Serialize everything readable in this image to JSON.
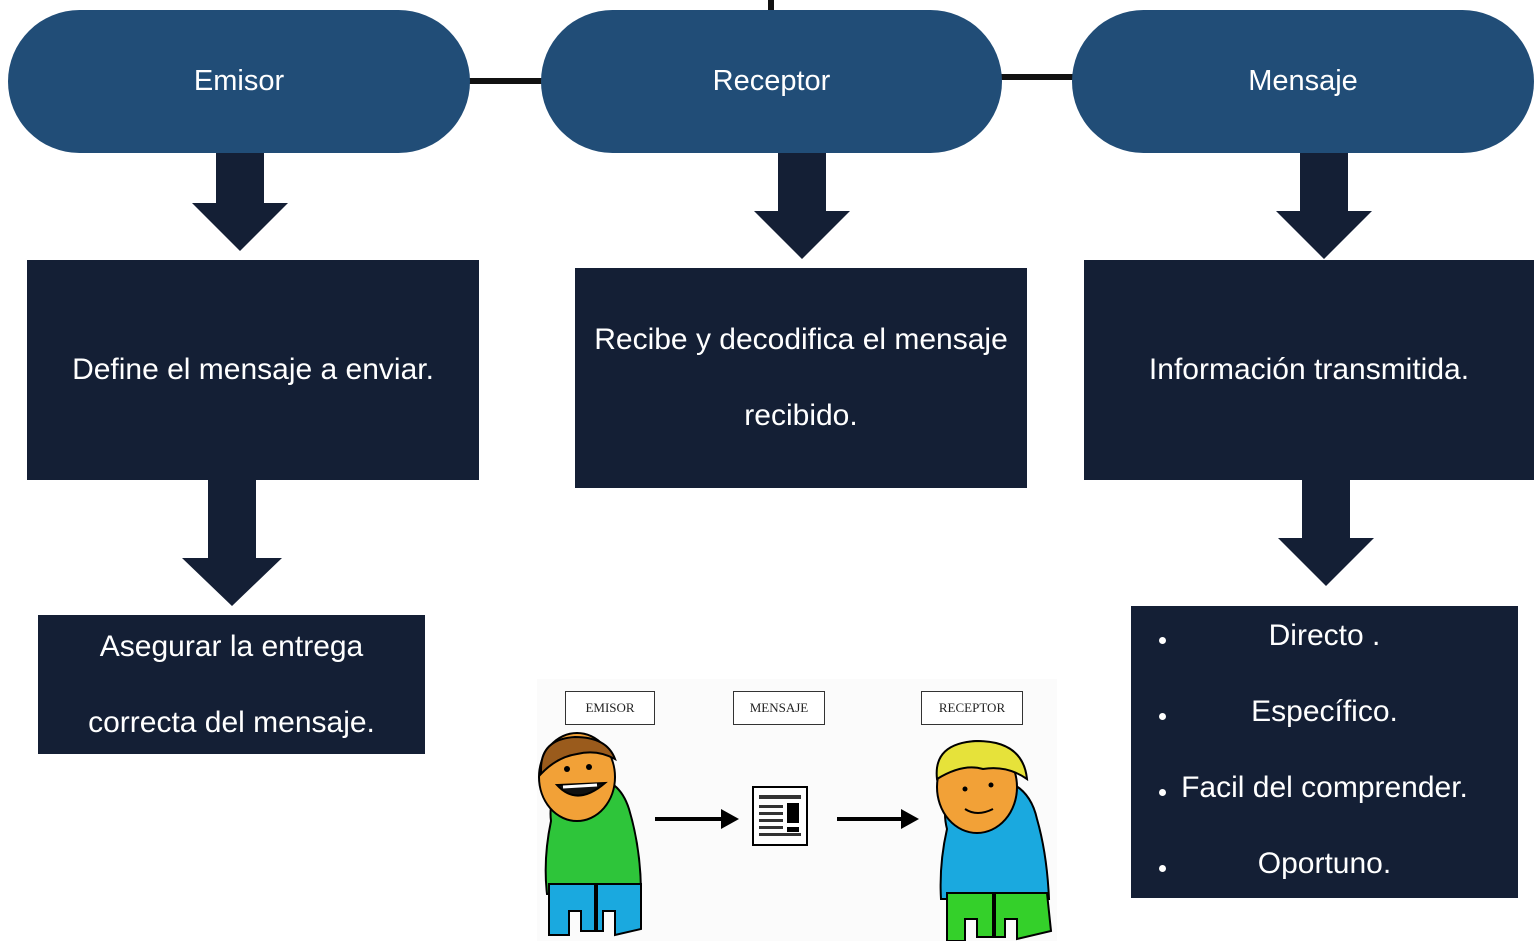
{
  "nodes": [
    {
      "label": "Emisor"
    },
    {
      "label": "Receptor"
    },
    {
      "label": "Mensaje"
    }
  ],
  "boxes": {
    "emisor_def": "Define el mensaje a enviar.",
    "receptor_def": [
      "Recibe y decodifica el mensaje",
      "recibido."
    ],
    "mensaje_def": "Información transmitida.",
    "emisor_goal": [
      "Asegurar la entrega",
      "correcta del mensaje."
    ]
  },
  "mensaje_traits": [
    "Directo .",
    "Específico.",
    "Facil del comprender.",
    "Oportuno."
  ],
  "illustration": {
    "tags": [
      "EMISOR",
      "MENSAJE",
      "RECEPTOR"
    ]
  },
  "colors": {
    "node_fill": "#214d77",
    "box_fill": "#141f35",
    "connector": "#111111",
    "text": "#ffffff"
  }
}
